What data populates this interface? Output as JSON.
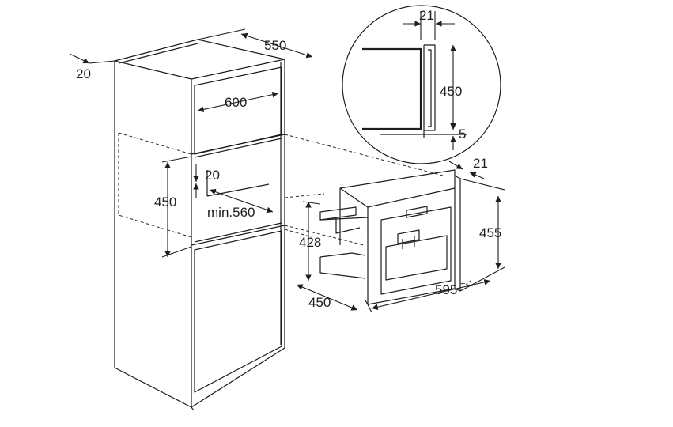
{
  "cabinet": {
    "depth": "550",
    "side_offset": "20",
    "niche_width": "600",
    "niche_height": "450",
    "niche_gap": "20",
    "niche_depth": "min.560"
  },
  "appliance": {
    "height": "428",
    "depth": "450",
    "front_height": "455",
    "front_overhang": "21",
    "width": "595",
    "width_tolerance": "+-1"
  },
  "detail": {
    "gap_top": "21",
    "height": "450",
    "bottom": "5"
  }
}
